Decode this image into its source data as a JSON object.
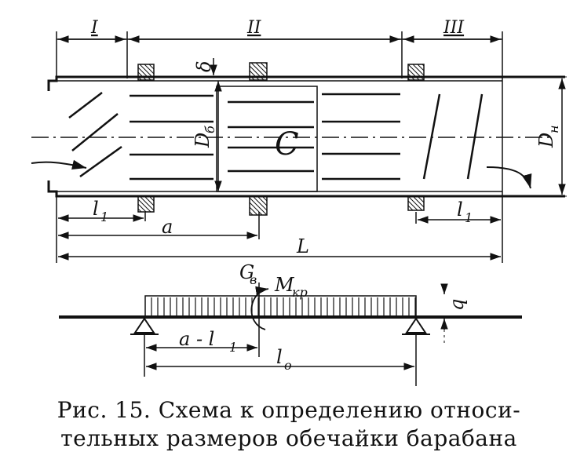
{
  "zones": {
    "zone1": "I",
    "zone2": "II",
    "zone3": "III"
  },
  "labels": {
    "wall_thickness": "δ",
    "inner_diameter_main": "D",
    "inner_diameter_sub": "б",
    "outer_diameter_main": "D",
    "outer_diameter_sub": "н",
    "center_support": "C",
    "l1_left_main": "l",
    "l1_left_sub": "1",
    "l1_right_main": "l",
    "l1_right_sub": "1",
    "a": "a",
    "L": "L"
  },
  "beam": {
    "sigma_main": "G",
    "sigma_sub": "в",
    "moment_main": "M",
    "moment_sub": "кр",
    "load": "q",
    "a_minus_l1_main": "a - l",
    "a_minus_l1_sub": "1",
    "span_main": "l",
    "span_sub": "o"
  },
  "caption": {
    "line1": "Рис.  15. Схема к определению  относи-",
    "line2": "тельных размеров обечайки  барабана"
  }
}
